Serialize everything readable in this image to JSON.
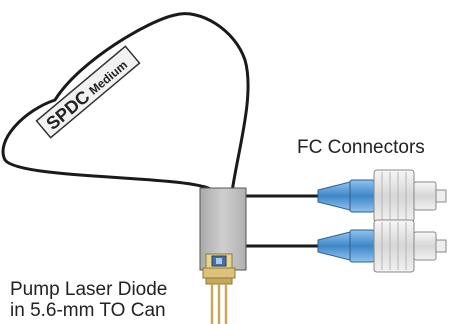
{
  "diagram": {
    "spdc_label": "SPDC",
    "medium_label": "Medium",
    "connectors_label": "FC Connectors",
    "pump_label_line1": "Pump Laser Diode",
    "pump_label_line2": "in 5.6-mm TO Can"
  },
  "colors": {
    "fiber": "#1a1a1a",
    "housing": "#bdbdbd",
    "boot": "#5b9bd5",
    "connector_metal": "#e6e6e6",
    "leads": "#c8a85a"
  }
}
